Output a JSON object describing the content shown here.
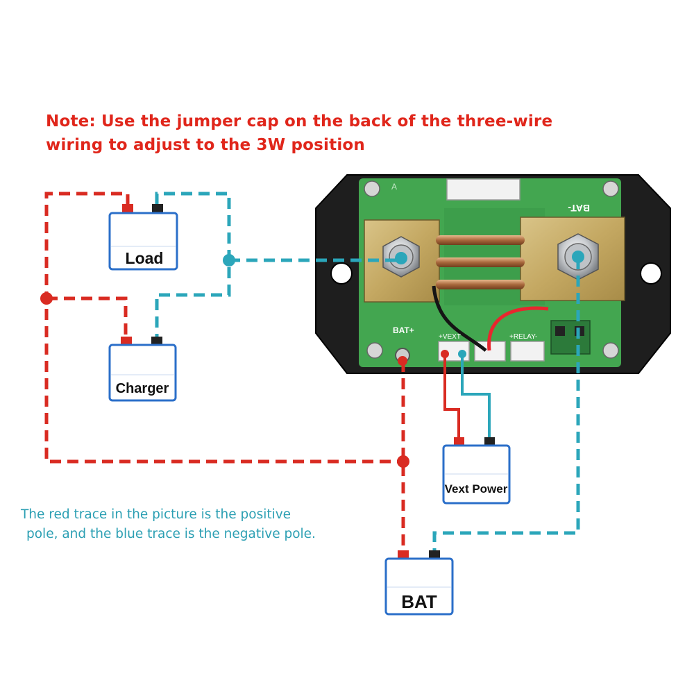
{
  "note": {
    "line1": "Note: Use the jumper cap on the back of the three-wire",
    "line2": "wiring to adjust to the 3W position",
    "color": "#e0261b"
  },
  "legend": {
    "line1": "The red trace in the picture is the positive",
    "line2": "pole, and the blue trace is the negative pole.",
    "color": "#2b9fb3"
  },
  "colors": {
    "positive_wire": "#d92b22",
    "negative_wire": "#2ba6ba",
    "box_border": "#2b6fc9",
    "terminal": "#222222"
  },
  "boxes": {
    "load": "Load",
    "charger": "Charger",
    "vext": "Vext Power",
    "bat": "BAT"
  },
  "board": {
    "label_bat_plus": "BAT+",
    "label_bat_minus": "BAT-",
    "label_vext": "+VEXT",
    "label_relay": "+RELAY-",
    "label_a": "A"
  }
}
